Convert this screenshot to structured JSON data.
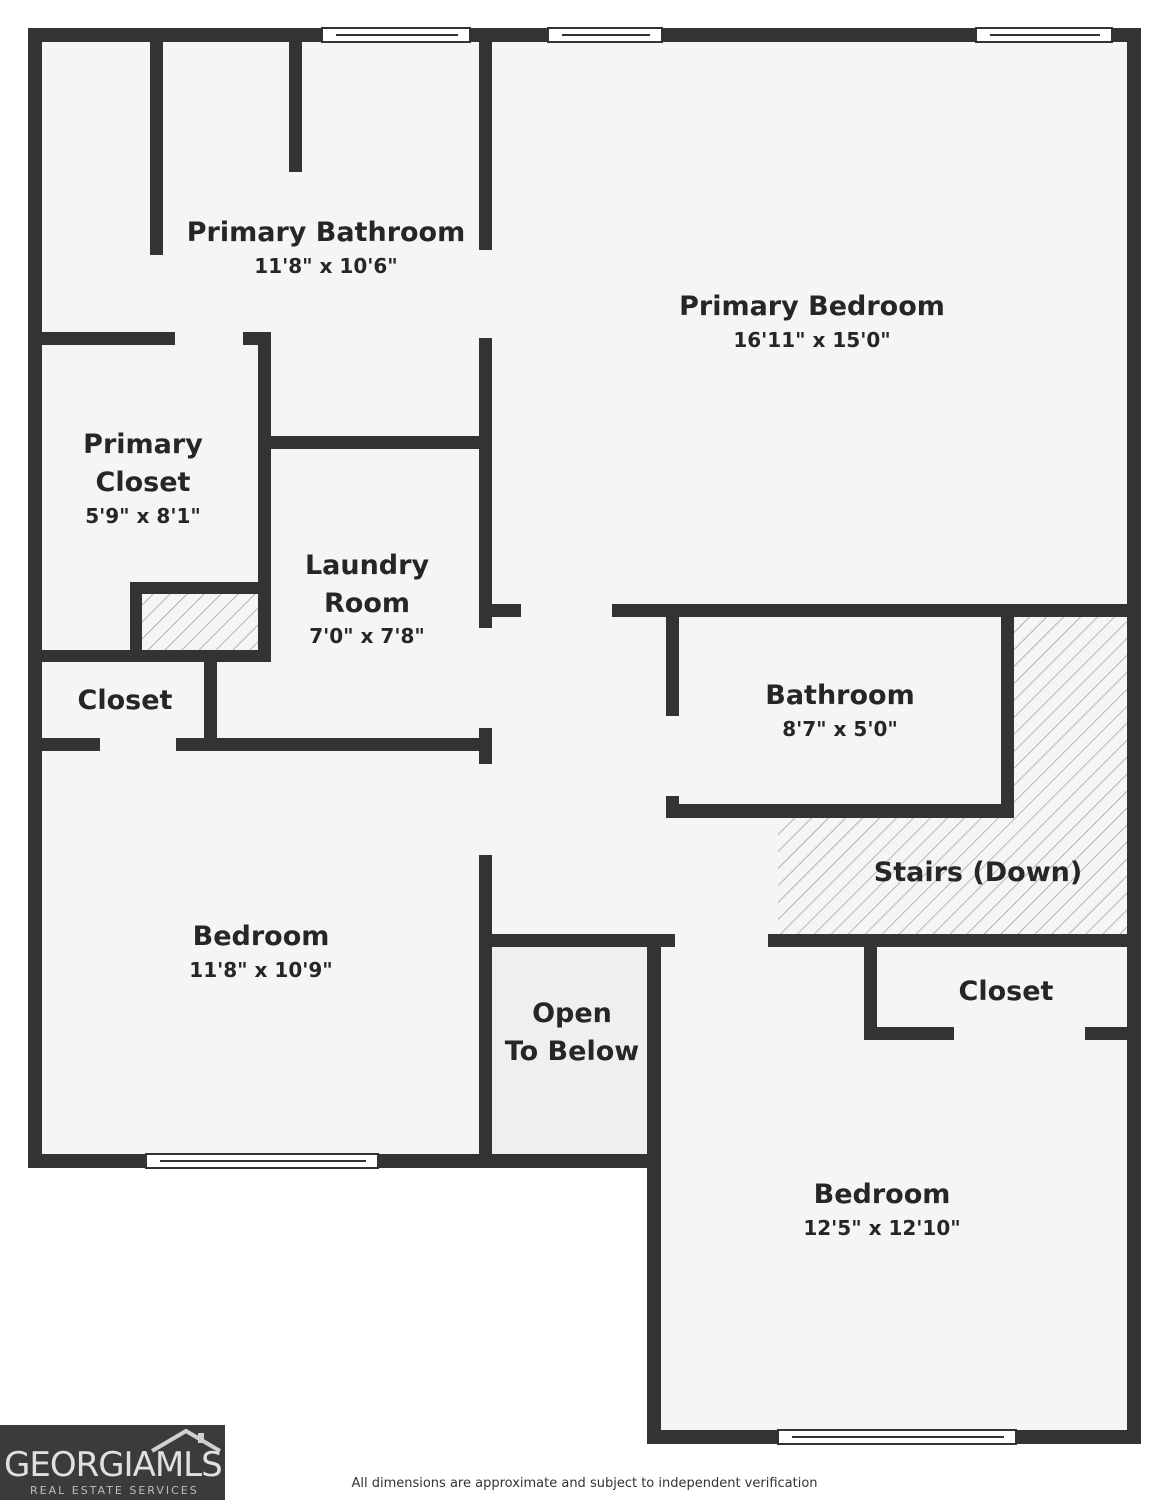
{
  "colors": {
    "wall": "#333333",
    "floor": "#f5f5f5",
    "open_below": "#efefef",
    "window_frame": "#ffffff",
    "hatch": "#8c8c8c"
  },
  "rooms": {
    "primary_bathroom": {
      "name": "Primary Bathroom",
      "dim": "11'8\" x 10'6\""
    },
    "primary_bedroom": {
      "name": "Primary Bedroom",
      "dim": "16'11\" x 15'0\""
    },
    "primary_closet": {
      "name_1": "Primary",
      "name_2": "Closet",
      "dim": "5'9\" x 8'1\""
    },
    "laundry_room": {
      "name_1": "Laundry",
      "name_2": "Room",
      "dim": "7'0\" x 7'8\""
    },
    "closet_left": {
      "name": "Closet"
    },
    "bathroom": {
      "name": "Bathroom",
      "dim": "8'7\" x 5'0\""
    },
    "stairs": {
      "name": "Stairs (Down)"
    },
    "bedroom_left": {
      "name": "Bedroom",
      "dim": "11'8\" x 10'9\""
    },
    "open_below": {
      "name_1": "Open",
      "name_2": "To Below"
    },
    "closet_right": {
      "name": "Closet"
    },
    "bedroom_right": {
      "name": "Bedroom",
      "dim": "12'5\" x 12'10\""
    }
  },
  "footer": {
    "disclaimer": "All dimensions are approximate and subject to independent verification"
  },
  "logo": {
    "text": "GEORGIAMLS",
    "subtext": "REAL ESTATE SERVICES"
  }
}
